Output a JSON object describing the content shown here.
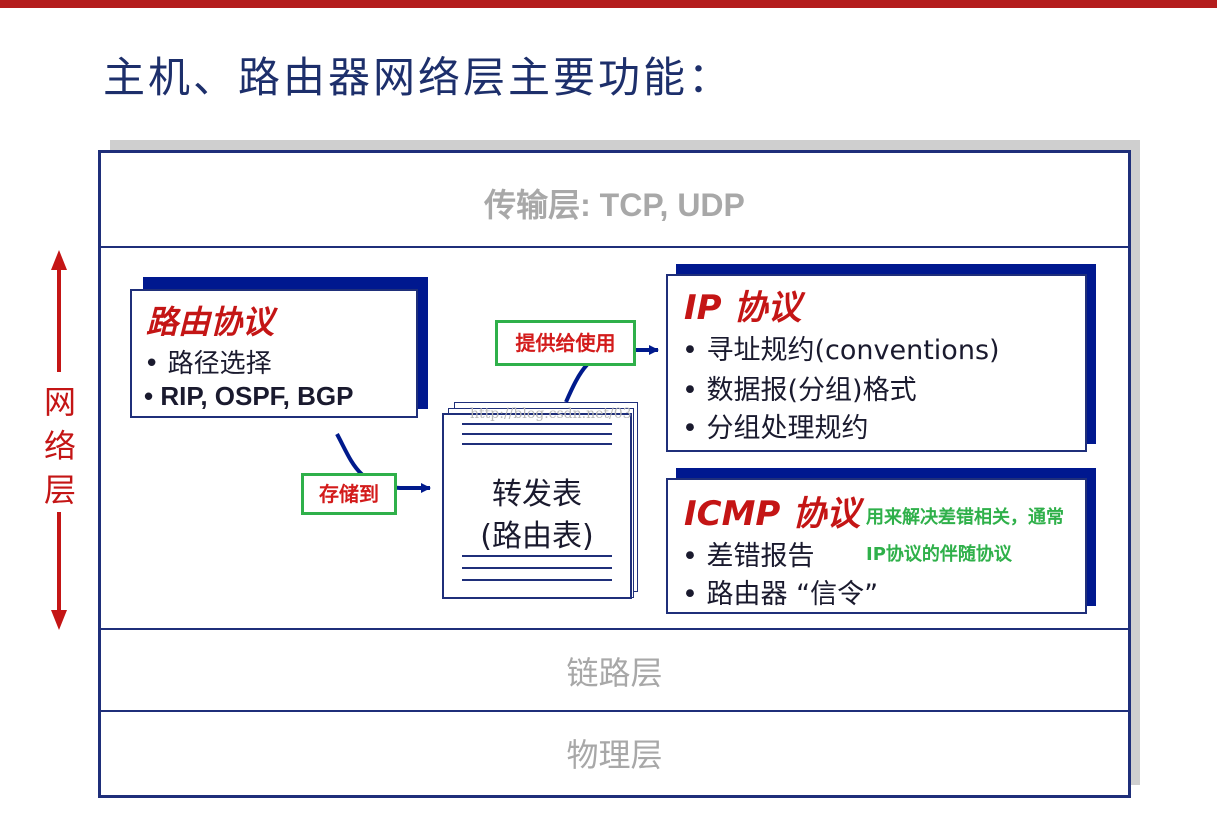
{
  "title": "主机、路由器网络层主要功能：",
  "layers": {
    "transport": "传输层: TCP, UDP",
    "link": "链路层",
    "physical": "物理层"
  },
  "side_label": [
    "网",
    "络",
    "层"
  ],
  "routing_box": {
    "heading": "路由协议",
    "bullets": [
      "•  路径选择",
      "•  RIP, OSPF, BGP"
    ]
  },
  "forwarding_box": {
    "lines": [
      "转发表",
      "(路由表)"
    ]
  },
  "ip_box": {
    "heading": "IP 协议",
    "bullets": [
      "•  寻址规约(conventions)",
      "•  数据报(分组)格式",
      "•  分组处理规约"
    ]
  },
  "icmp_box": {
    "heading": "ICMP 协议",
    "bullets": [
      "•  差错报告",
      "•  路由器 “信令”"
    ]
  },
  "annotations": {
    "store_to": "存储到",
    "provide_to": "提供给使用",
    "icmp_note_line1": "用来解决差错相关，通常",
    "icmp_note_line2": "IP协议的伴随协议"
  },
  "watermark": "http://blog.csdn.net/03",
  "colors": {
    "frame_navy": "#1f2f7a",
    "shadow_blue": "#00188f",
    "accent_red": "#c41515",
    "note_green": "#2fb04a",
    "layer_gray": "#a8a8a8"
  }
}
